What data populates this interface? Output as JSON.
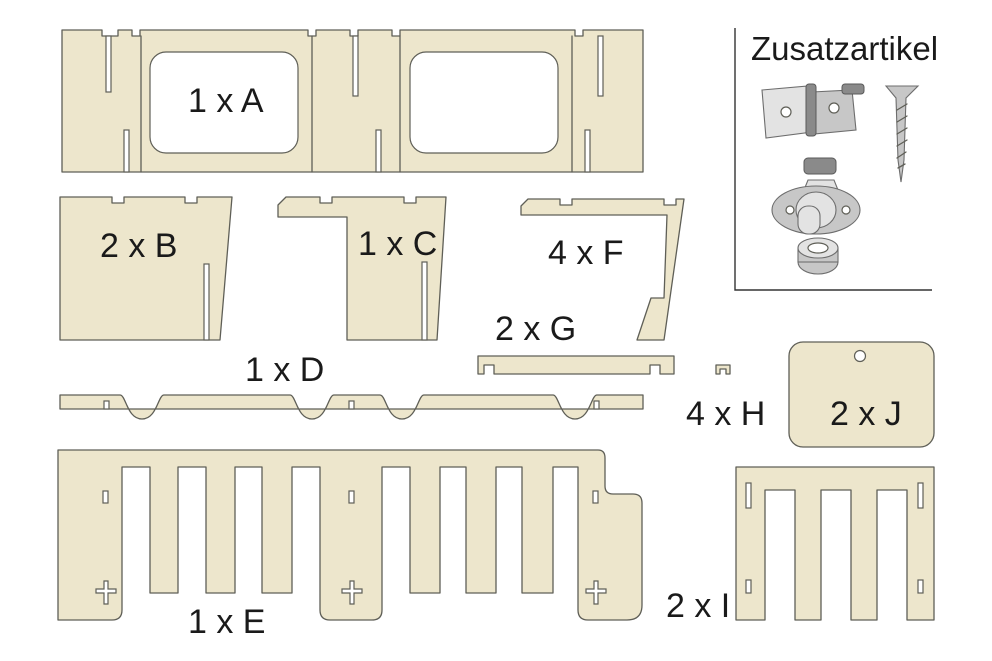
{
  "labels": {
    "A": "1 x A",
    "B": "2 x B",
    "C": "1 x C",
    "D": "1 x D",
    "E": "1 x E",
    "F": "4 x F",
    "G": "2 x G",
    "H": "4 x H",
    "I": "2 x I",
    "J": "2 x J"
  },
  "accessories": {
    "title": "Zusatzartikel",
    "items": [
      "hinge-icon",
      "screw-icon",
      "magnetic-catch-icon",
      "bushing-icon"
    ]
  },
  "colors": {
    "wood": "#ede6cc",
    "outline": "#5f5f57",
    "metal": "#c7c7c7"
  }
}
